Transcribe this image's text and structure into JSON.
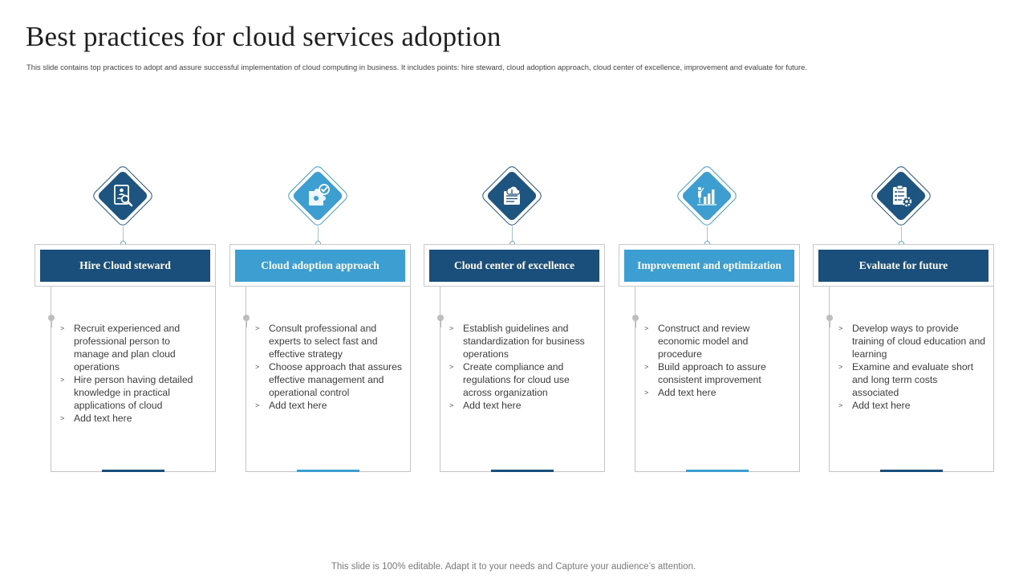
{
  "title": "Best practices  for cloud services  adoption",
  "subtitle": "This slide contains top practices to adopt and assure successful implementation of cloud computing in business. It includes points: hire steward, cloud adoption approach, cloud center of excellence, improvement and evaluate for future.",
  "footer": "This slide is 100% editable. Adapt it to your needs and Capture your audience’s attention.",
  "colors": {
    "dark_blue": "#1b4f7b",
    "light_blue": "#3d9ed2"
  },
  "columns": [
    {
      "heading": "Hire Cloud steward",
      "icon": "resume-search-icon",
      "bullets": [
        "Recruit experienced and professional person to manage and plan cloud operations",
        "Hire person having detailed knowledge in practical applications of cloud",
        "Add text here"
      ]
    },
    {
      "heading": "Cloud adoption approach",
      "icon": "puzzle-check-icon",
      "bullets": [
        "Consult professional and experts to select fast and effective strategy",
        "Choose approach that assures effective management and operational control",
        "Add text here"
      ]
    },
    {
      "heading": "Cloud center of excellence",
      "icon": "cloud-document-icon",
      "bullets": [
        "Establish guidelines and standardization for business operations",
        " Create compliance and regulations for cloud use across organization",
        "Add text here"
      ]
    },
    {
      "heading": "Improvement and optimization",
      "icon": "growth-chart-icon",
      "bullets": [
        "Construct and review economic model and procedure",
        "Build approach to assure consistent improvement",
        "Add text here"
      ]
    },
    {
      "heading": "Evaluate for future",
      "icon": "clipboard-gear-icon",
      "bullets": [
        "Develop ways to provide training of cloud education and learning",
        "Examine and evaluate short and long term costs associated",
        "Add text here"
      ]
    }
  ]
}
